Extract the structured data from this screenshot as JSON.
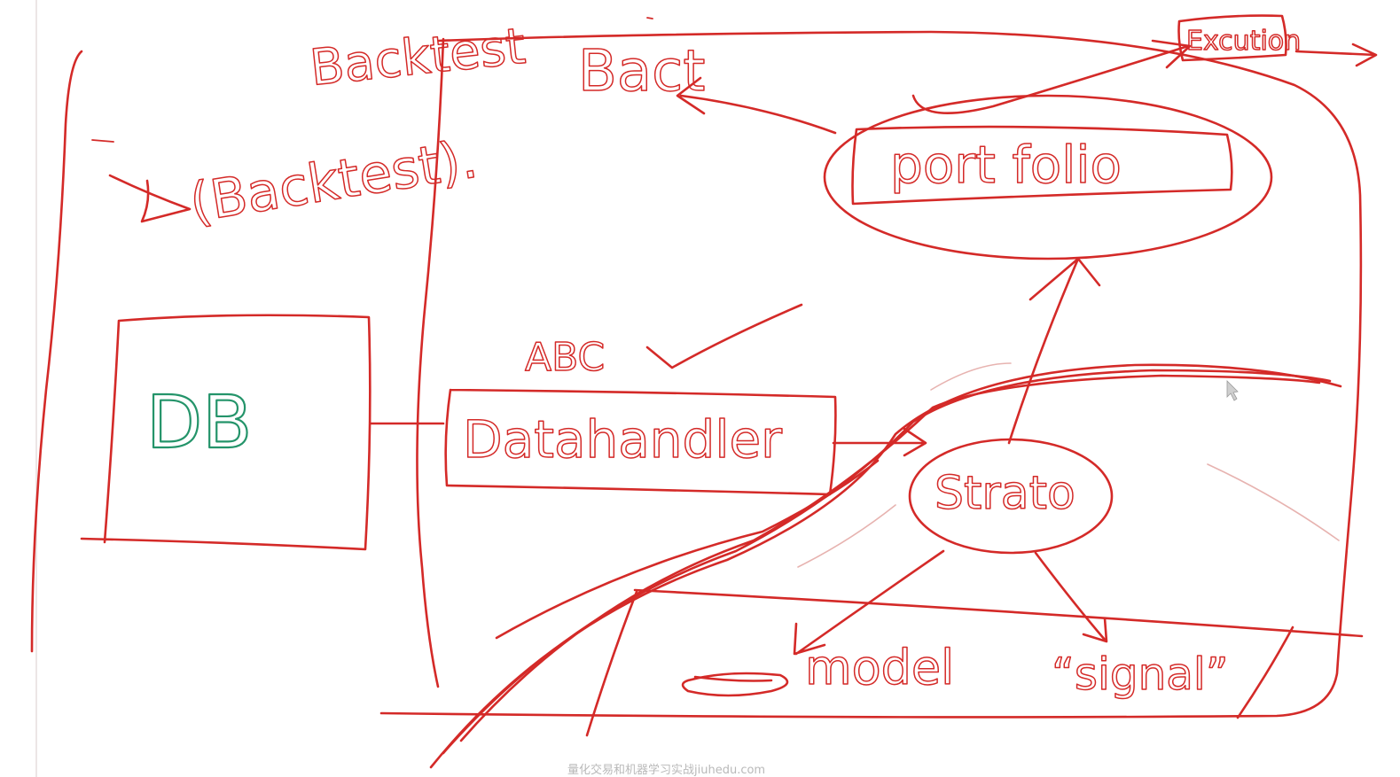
{
  "diagram": {
    "heading_backtest": "Backtest",
    "heading_bact": "Bact",
    "call_backtest": "(Backtest).",
    "label_abc": "ABC",
    "node_db": "DB",
    "node_datahandler": "Datahandler",
    "node_portfolio": "port folio",
    "node_strategy": "Strato",
    "node_execution": "Excution",
    "label_model": "model",
    "label_signal": "“signal”",
    "footer_watermark": "量化交易和机器学习实战jiuhedu.com"
  },
  "colors": {
    "ink_red": "#d42a28",
    "ink_green": "#24946a",
    "background": "#ffffff"
  },
  "icons": {
    "pointer": "mouse-cursor-icon"
  }
}
